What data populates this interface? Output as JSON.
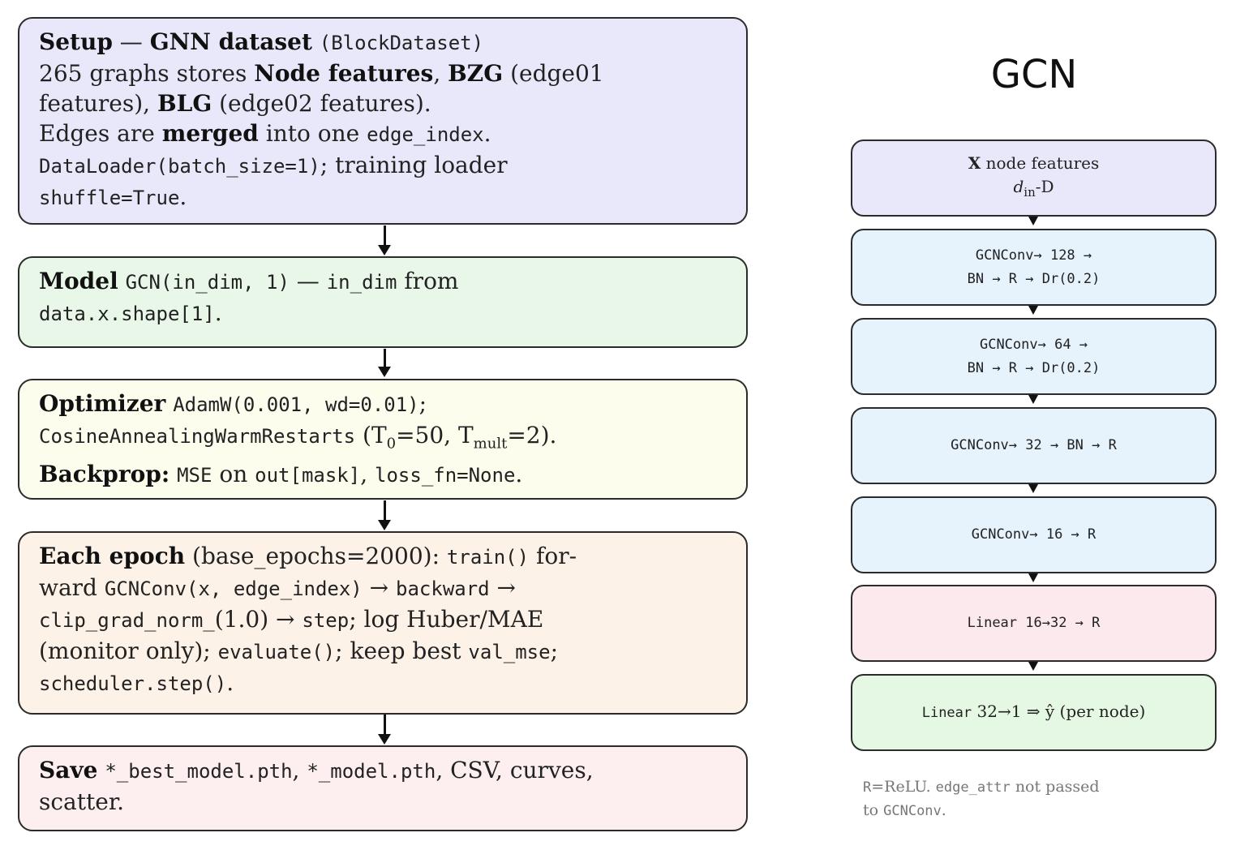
{
  "pipeline": {
    "setup": {
      "title": "Setup",
      "dash": " — ",
      "dataset_label": "GNN dataset",
      "dataset_class": "(BlockDataset)",
      "t1": "265 graphs stores ",
      "node_features": "Node features",
      "comma": ", ",
      "bzg": "BZG",
      "t2": " (edge01",
      "t3": "features), ",
      "blg": "BLG",
      "t4": " (edge02 features).",
      "t5": "Edges are ",
      "merged": "merged",
      "t6": " into one ",
      "edge_index": "edge_index",
      "t7": ".",
      "loader_code": "DataLoader(batch_size=1)",
      "t8": "; training loader",
      "shuffle_code": "shuffle=True",
      "t9": "."
    },
    "model": {
      "title": "Model",
      "code1": "GCN(in_dim, 1)",
      "dash": " — ",
      "code2": "in_dim",
      "t1": " from",
      "code3": "data.x.shape[1]",
      "t2": "."
    },
    "optimizer": {
      "title": "Optimizer",
      "code1": "AdamW(0.001, wd=0.01)",
      "t1": ";",
      "code2": "CosineAnnealingWarmRestarts",
      "t2": " (T",
      "sub0": "0",
      "t3": "=50, T",
      "submult": "mult",
      "t4": "=2).",
      "backprop": "Backprop:",
      "code3": "MSE",
      "t5": " on ",
      "code4": "out[mask]",
      "t6": ", ",
      "code5": "loss_fn=None",
      "t7": "."
    },
    "epoch": {
      "title": "Each epoch",
      "t1": " (base_epochs=2000): ",
      "code1": "train()",
      "t2": " for-",
      "t3": "ward ",
      "code2": "GCNConv(x, edge_index)",
      "t4": " → ",
      "code3": "backward",
      "t5": " →",
      "code4": "clip_grad_norm_",
      "t6": "(1.0) → ",
      "code5": "step",
      "t7": "; log Huber/MAE",
      "t8": "(monitor only); ",
      "code6": "evaluate()",
      "t9": "; keep best ",
      "code7": "val_mse",
      "t10": ";",
      "code8": "scheduler.step()",
      "t11": "."
    },
    "save": {
      "title": "Save",
      "code1": "*_best_model.pth",
      "t1": ", ",
      "code2": "*_model.pth",
      "t2": ", CSV, curves,",
      "t3": "scatter."
    }
  },
  "gcn": {
    "title": "GCN",
    "input": {
      "x": "X",
      "label": " node features",
      "dim": "d",
      "dim_sub": "in",
      "dim_suffix": "-D"
    },
    "layers": [
      {
        "line1": "GCNConv→ 128 →",
        "line2": "BN → R → Dr(0.2)"
      },
      {
        "line1": "GCNConv→ 64 →",
        "line2": "BN → R → Dr(0.2)"
      },
      {
        "line1": "GCNConv→ 32 → BN → R",
        "line2": ""
      },
      {
        "line1": "GCNConv→ 16 → R",
        "line2": ""
      }
    ],
    "linear1": "Linear 16→32 → R",
    "linear2_code": "Linear",
    "linear2_rest": " 32→1 ⇒ ŷ (per node)",
    "footnote": {
      "r": "R",
      "t1": "=ReLU. ",
      "code1": "edge_attr",
      "t2": " not passed",
      "t3": "to ",
      "code2": "GCNConv",
      "t4": "."
    }
  }
}
